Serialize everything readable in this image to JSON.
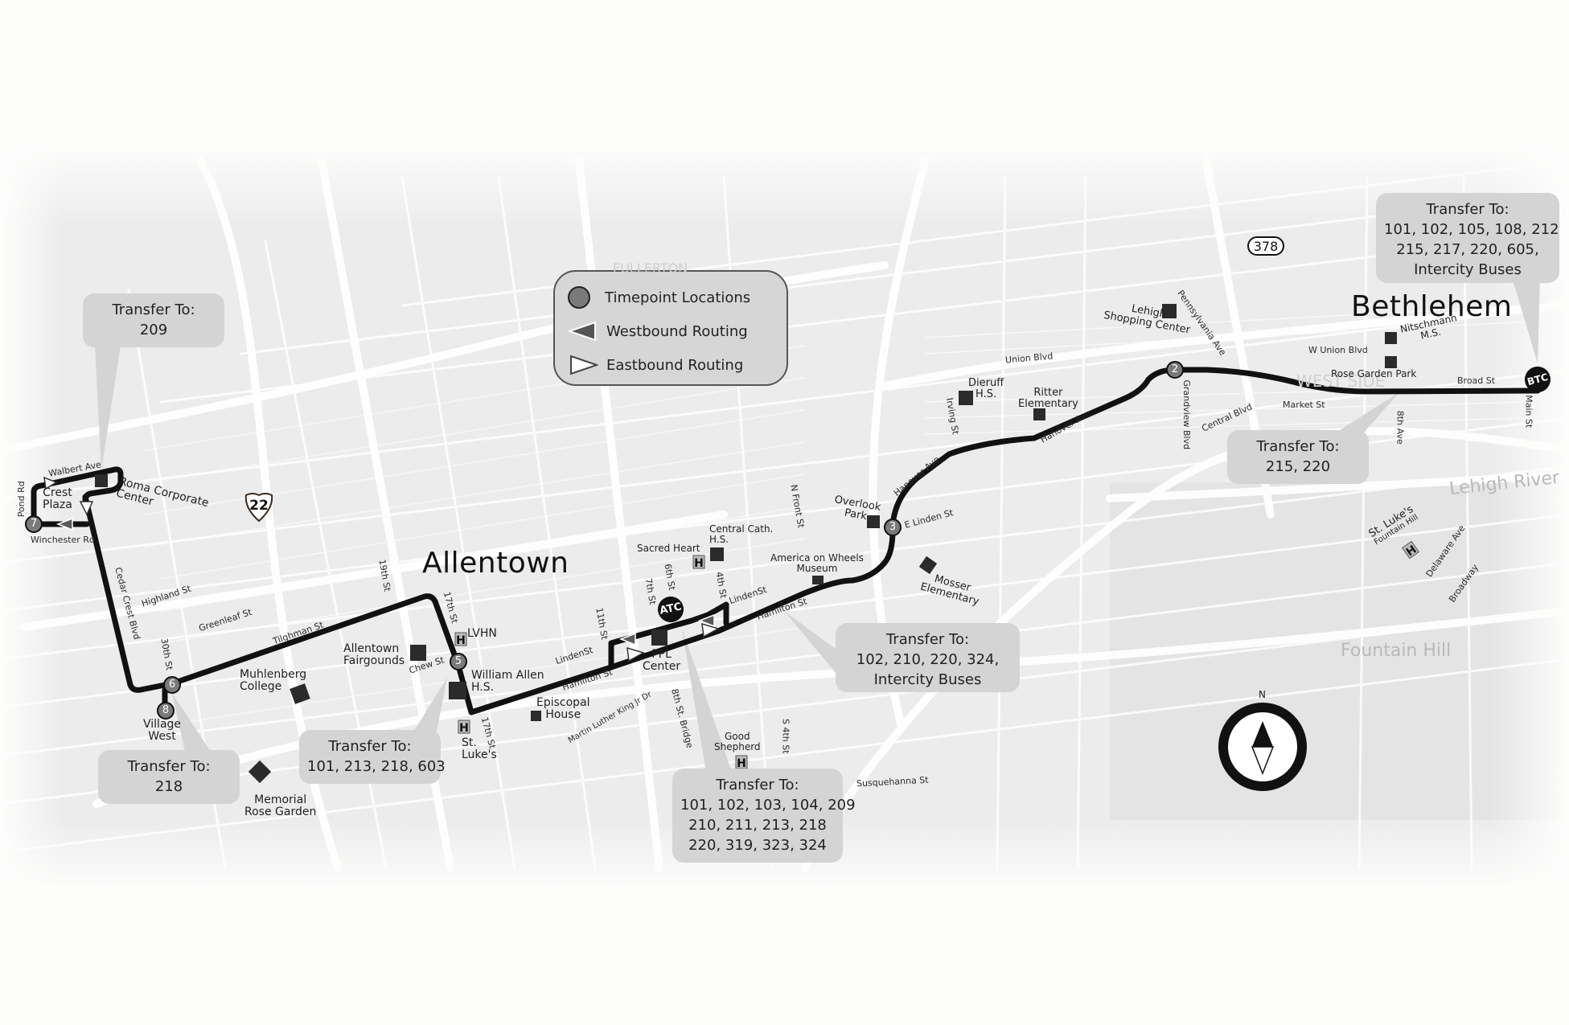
{
  "map": {
    "cities": [
      {
        "name": "Allentown"
      },
      {
        "name": "Bethlehem"
      }
    ],
    "faint_areas": [
      "FULLERTON",
      "WEST SIDE",
      "Fountain Hill",
      "Lehigh River"
    ],
    "legend": {
      "timepoint_label": "Timepoint Locations",
      "westbound_label": "Westbound Routing",
      "eastbound_label": "Eastbound Routing",
      "timepoint_icon": "circle-icon",
      "westbound_icon": "triangle-left-icon",
      "eastbound_icon": "triangle-right-icon"
    },
    "highways": [
      {
        "number": "22",
        "type": "us-route-shield"
      },
      {
        "number": "378",
        "type": "state-route-oval"
      }
    ],
    "timepoints": [
      {
        "id": "2"
      },
      {
        "id": "3"
      },
      {
        "id": "5"
      },
      {
        "id": "6"
      },
      {
        "id": "7"
      },
      {
        "id": "8"
      }
    ],
    "terminals": [
      {
        "id": "ATC"
      },
      {
        "id": "BTC"
      }
    ],
    "transfer_bubbles": [
      {
        "title": "Transfer To:",
        "lines": [
          "209"
        ]
      },
      {
        "title": "Transfer To:",
        "lines": [
          "218"
        ]
      },
      {
        "title": "Transfer To:",
        "lines": [
          "101, 213, 218, 603"
        ]
      },
      {
        "title": "Transfer To:",
        "lines": [
          "101, 102, 103, 104, 209",
          "210, 211, 213, 218",
          "220, 319, 323, 324"
        ]
      },
      {
        "title": "Transfer To:",
        "lines": [
          "102, 210, 220, 324,",
          "Intercity Buses"
        ]
      },
      {
        "title": "Transfer To:",
        "lines": [
          "215, 220"
        ]
      },
      {
        "title": "Transfer To:",
        "lines": [
          "101, 102, 105, 108, 212",
          "215, 217, 220, 605,",
          "Intercity Buses"
        ]
      }
    ],
    "pois": {
      "crest_plaza": [
        "Crest",
        "Plaza"
      ],
      "roma": [
        "Roma Corporate",
        "Center"
      ],
      "village_west": [
        "Village",
        "West"
      ],
      "muhlenberg": [
        "Muhlenberg",
        "College"
      ],
      "memorial_rose": [
        "Memorial",
        "Rose Garden"
      ],
      "fairgrounds": [
        "Allentown",
        "Fairgounds"
      ],
      "lvhn": "LVHN",
      "william_allen": [
        "William Allen",
        "H.S."
      ],
      "st_lukes": [
        "St.",
        "Luke's"
      ],
      "episcopal": [
        "Episcopal",
        "House"
      ],
      "sacred_heart": "Sacred Heart",
      "central_cath": [
        "Central Cath.",
        "H.S."
      ],
      "ppl": [
        "PPL",
        "Center"
      ],
      "good_shepherd": [
        "Good",
        "Shepherd"
      ],
      "aow": [
        "America on Wheels",
        "Museum"
      ],
      "overlook": [
        "Overlook",
        "Park"
      ],
      "mosser": [
        "Mosser",
        "Elementary"
      ],
      "dieruff": [
        "Dieruff",
        "H.S."
      ],
      "ritter": [
        "Ritter",
        "Elementary"
      ],
      "lehigh_sc": [
        "Lehigh",
        "Shopping Center"
      ],
      "nitschmann": [
        "Nitschmann",
        "M.S."
      ],
      "rose_garden_park": "Rose Garden Park",
      "st_lukes_fh": [
        "St. Luke's",
        "Fountain Hill"
      ]
    },
    "streets": {
      "walbert": "Walbert Ave",
      "pond": "Pond Rd",
      "winchester": "Winchester Rd",
      "cedar_crest": "Cedar Crest Blvd",
      "highland": "Highland St",
      "greenleaf": "Greenleaf St",
      "tilghman": "Tilghman St",
      "s30th": "30th St",
      "s19th": "19th St",
      "s17th_n": "17th St",
      "s17th_s": "17th St",
      "chew": "Chew St",
      "linden_w": "LindenSt",
      "hamilton_w": "Hamilton St",
      "mlk": "Martin Luther King Jr Dr",
      "s11th": "11th St",
      "s7th": "7th St",
      "s6th": "6th St",
      "s4th": "4th St",
      "linden_e": "LindenSt",
      "hamilton_e": "Hamilton St",
      "bridge8": "8th St. Bridge",
      "s4th_s": "S 4th St",
      "susquehanna": "Susquehanna St",
      "nfront": "N Front St",
      "elinden": "E Linden St",
      "hanover1": "Hanover Ave",
      "hanover2": "Hanover Ave",
      "irving": "Irving St",
      "union": "Union Blvd",
      "pennsylvania": "Pennsylvania Ave",
      "grandview": "Grandview Blvd",
      "central": "Central Blvd",
      "market": "Market St",
      "wunion": "W Union Blvd",
      "broad": "Broad St",
      "ave8": "8th Ave",
      "main": "Main St",
      "delaware": "Delaware Ave",
      "broadway": "Broadway"
    },
    "compass": {
      "label": "N",
      "icon": "compass-icon"
    },
    "colors": {
      "route": "#111111",
      "timepoint_fill": "#7a7a7a",
      "bubble_fill": "#d4d4d4",
      "map_bg": "#ececec",
      "road": "#ffffff",
      "poi_marker": "#2b2b2b"
    }
  }
}
